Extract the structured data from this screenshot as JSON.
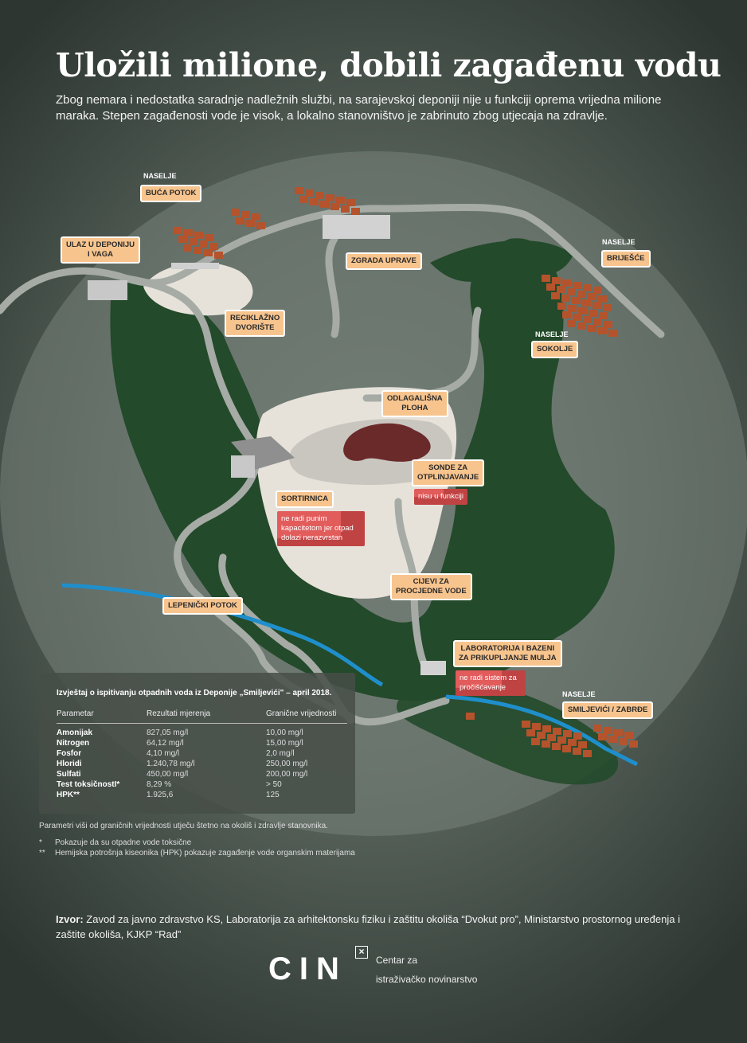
{
  "header": {
    "title": "Uložili milione, dobili zagađenu vodu",
    "intro": "Zbog nemara i nedostatka saradnje nadležnih službi, na sarajevskoj deponiji nije u funkciji oprema vrijedna milione maraka. Stepen zagađenosti vode je visok, a lokalno stanovništvo je zabrinuto zbog utjecaja na zdravlje."
  },
  "map": {
    "naselje": "NASELJE",
    "buca_potok": "BUĆA POTOK",
    "ulaz": [
      "ULAZ U DEPONIJU",
      "I VAGA"
    ],
    "zgrada": "ZGRADA UPRAVE",
    "brijesce": "BRIJEŠĆE",
    "reciklazno": [
      "RECIKLAŽNO",
      "DVORIŠTE"
    ],
    "sokolje": "SOKOLJE",
    "odlagalisna": [
      "ODLAGALIŠNA",
      "PLOHA"
    ],
    "sonde": [
      "SONDE ZA",
      "OTPLINJAVANJE"
    ],
    "sonde_note": "nisu u funkciji",
    "sortirnica": "SORTIRNICA",
    "sortirnica_note": [
      "ne radi punim",
      "kapacitetom jer otpad",
      "dolazi nerazvrstan"
    ],
    "cijevi": [
      "CIJEVI ZA",
      "PROCJEDNE VODE"
    ],
    "lepenicki": "LEPENIČKI POTOK",
    "laboratorija": [
      "LABORATORIJA I BAZENI",
      "ZA PRIKUPLJANJE MULJA"
    ],
    "laboratorija_note": [
      "ne radi sistem za",
      "pročišćavanje"
    ],
    "smiljevici": "SMILJEVIĆI / ZABRĐE",
    "colors": {
      "forest": "#234a2a",
      "pad": "#e6e2da",
      "road": "#8f958f",
      "river": "#1f8fcc",
      "house": "#b4532c",
      "label": "#f7c48e",
      "alert": "#e25c5c"
    }
  },
  "report": {
    "title": "Izvještaj o ispitivanju otpadnih voda iz Deponije „Smiljevići\" – april 2018.",
    "headers": [
      "Parametar",
      "Rezultati mjerenja",
      "Granične vrijednosti"
    ],
    "rows": [
      [
        "Amonijak",
        "827,05 mg/l",
        "10,00 mg/l"
      ],
      [
        "Nitrogen",
        "64,12 mg/l",
        "15,00 mg/l"
      ],
      [
        "Fosfor",
        "4,10 mg/l",
        "2,0 mg/l"
      ],
      [
        "Hloridi",
        "1.240,78 mg/l",
        "250,00 mg/l"
      ],
      [
        "Sulfati",
        "450,00 mg/l",
        "200,00 mg/l"
      ],
      [
        "Test toksičnostI*",
        "8,29 %",
        "> 50"
      ],
      [
        "HPK**",
        "1.925,6",
        "125"
      ]
    ]
  },
  "notes": {
    "main": "Parametri viši od graničnih vrijednosti utječu štetno na okoliš i zdravlje stanovnika.",
    "star1_mark": "*",
    "star1": "Pokazuje da su otpadne vode toksične",
    "star2_mark": "**",
    "star2": "Hemijska potrošnja kiseonika (HPK) pokazuje zagađenje vode organskim materijama"
  },
  "source": {
    "label": "Izvor:",
    "text": " Zavod za javno zdravstvo KS, Laboratorija za arhitektonsku fiziku i zaštitu okoliša “Dvokut pro”, Ministarstvo prostornog uređenja i zaštite okoliša, KJKP “Rad”"
  },
  "logo": {
    "text": "CIN",
    "org_line1": "Centar za",
    "org_line2": "istraživačko novinarstvo"
  }
}
